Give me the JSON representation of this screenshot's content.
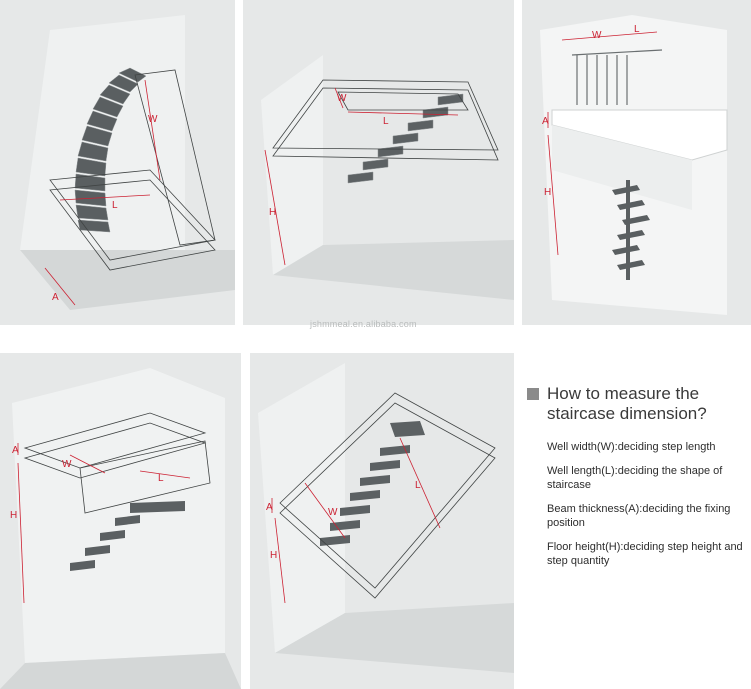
{
  "panels": {
    "p1": {
      "labels": {
        "w": "W",
        "l": "L",
        "a": "A"
      }
    },
    "p2": {
      "labels": {
        "w": "W",
        "l": "L",
        "h": "H"
      }
    },
    "p3": {
      "labels": {
        "w": "W",
        "l": "L",
        "a": "A",
        "h": "H"
      }
    },
    "p4": {
      "labels": {
        "w": "W",
        "l": "L",
        "a": "A",
        "h": "H"
      }
    },
    "p5": {
      "labels": {
        "w": "W",
        "l": "L",
        "a": "A",
        "h": "H"
      }
    }
  },
  "watermark": "jshmmeal.en.alibaba.com",
  "info": {
    "title": "How to measure the staircase dimension?",
    "items": [
      "Well width(W):deciding step length",
      "Well length(L):deciding the shape of staircase",
      "Beam thickness(A):deciding the fixing position",
      "Floor height(H):deciding step height and step quantity"
    ]
  },
  "colors": {
    "accent": "#cc2233",
    "background": "#e6e8e8",
    "stair": "#555a5c"
  }
}
